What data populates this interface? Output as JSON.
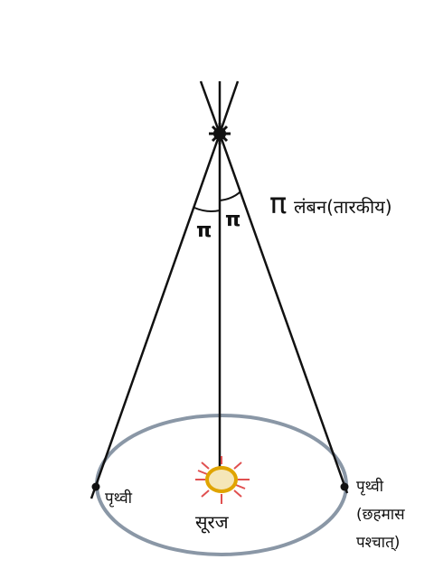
{
  "labels": {
    "parallax": "लंबन(तारकीय)",
    "pi_symbol": "π",
    "pi_left": "π",
    "pi_right": "π",
    "earth_left": "पृथ्वी",
    "sun": "सूरज",
    "earth_right": "पृथ्वी",
    "earth_right_note_line1": "(छहमास",
    "earth_right_note_line2": "पश्चात्)"
  },
  "colors": {
    "orbit": "#8a97a6",
    "sun_fill": "#f5e6b8",
    "sun_ring": "#e0a400",
    "sun_rays": "#e05050",
    "lines": "#111111"
  }
}
